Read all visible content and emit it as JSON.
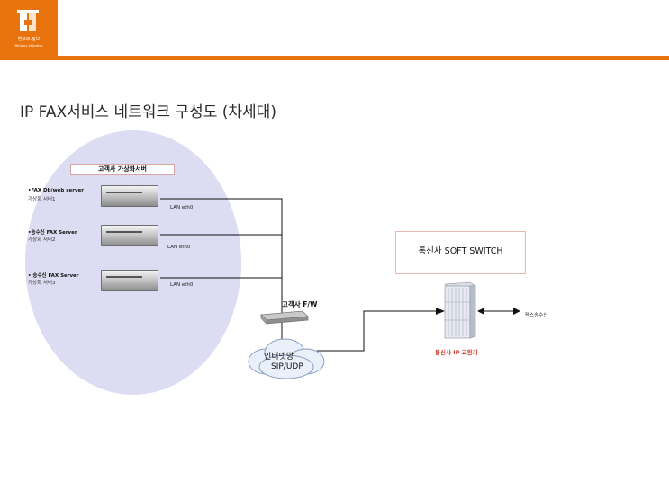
{
  "header": {
    "logo_text": "법무부·정보",
    "logo_subtext": "Ministry of Justice"
  },
  "title": "IP FAX서비스 네트워크 구성도 (차세대)",
  "customer_group_label": "고객사 가상화서버",
  "servers": [
    {
      "name": "•FAX Db/web server",
      "sub": "가상화 서버1",
      "lan": "LAN eth0"
    },
    {
      "name": "•송수신 FAX Server",
      "sub": "가상화 서버2",
      "lan": "LAN eth0"
    },
    {
      "name": "• 송수신 FAX Server",
      "sub": "가상화 서버3",
      "lan": "LAN eth0"
    }
  ],
  "firewall_label": "고객사 F/W",
  "internet_label_line1": "인터넷망",
  "internet_label_line2": "SIP/UDP",
  "softswitch_label": "통신사  SOFT SWITCH",
  "exchange_label": "통신사 IP 교환기",
  "fax_label": "팩스송수신",
  "colors": {
    "accent": "#e8730c",
    "ellipse": "#dcdcf2",
    "exchange_label": "#d23a2a"
  }
}
